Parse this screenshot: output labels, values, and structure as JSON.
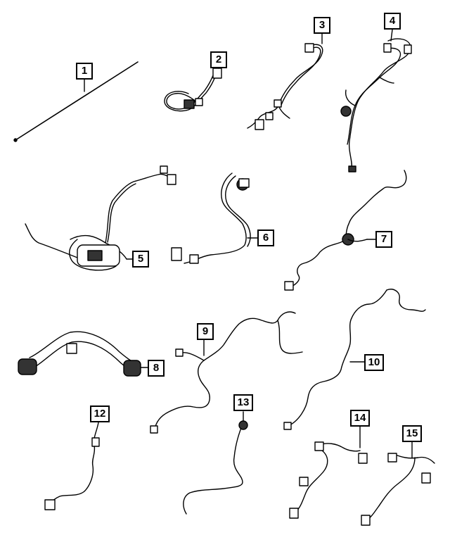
{
  "diagram": {
    "callouts": [
      {
        "id": 1,
        "label": "1"
      },
      {
        "id": 2,
        "label": "2"
      },
      {
        "id": 3,
        "label": "3"
      },
      {
        "id": 4,
        "label": "4"
      },
      {
        "id": 5,
        "label": "5"
      },
      {
        "id": 6,
        "label": "6"
      },
      {
        "id": 7,
        "label": "7"
      },
      {
        "id": 8,
        "label": "8"
      },
      {
        "id": 9,
        "label": "9"
      },
      {
        "id": 10,
        "label": "10"
      },
      {
        "id": 12,
        "label": "12"
      },
      {
        "id": 13,
        "label": "13"
      },
      {
        "id": 14,
        "label": "14"
      },
      {
        "id": 15,
        "label": "15"
      }
    ],
    "line_color": "#000000",
    "background": "#ffffff"
  }
}
